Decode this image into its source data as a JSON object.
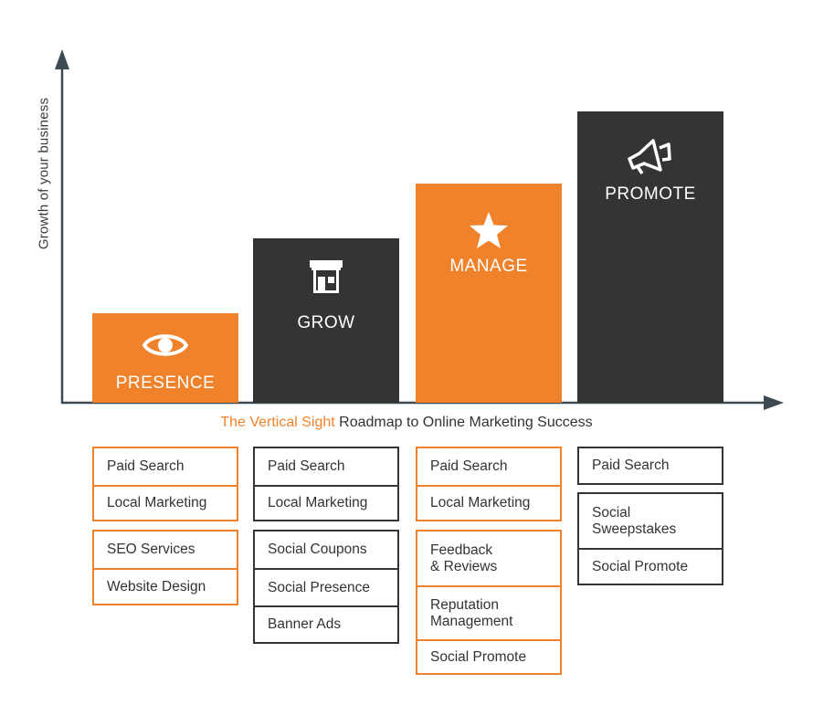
{
  "axis": {
    "y_label": "Growth of your business",
    "color": "#3d4a52"
  },
  "caption": {
    "brand": "The Vertical Sight",
    "rest": " Roadmap to Online Marketing Success"
  },
  "colors": {
    "orange": "#f0822b",
    "dark": "#343434"
  },
  "stages": [
    {
      "label": "PRESENCE",
      "icon": "eye-icon",
      "color": "orange"
    },
    {
      "label": "GROW",
      "icon": "storefront-icon",
      "color": "dark"
    },
    {
      "label": "MANAGE",
      "icon": "star-icon",
      "color": "orange"
    },
    {
      "label": "PROMOTE",
      "icon": "megaphone-icon",
      "color": "dark"
    }
  ],
  "services": [
    {
      "groups": [
        [
          "Paid Search",
          "Local Marketing"
        ],
        [
          "SEO Services",
          "Website Design"
        ]
      ]
    },
    {
      "groups": [
        [
          "Paid Search",
          "Local Marketing"
        ],
        [
          "Social Coupons",
          "Social Presence",
          "Banner Ads"
        ]
      ]
    },
    {
      "groups": [
        [
          "Paid Search",
          "Local Marketing"
        ],
        [
          "Feedback\n& Reviews",
          "Reputation\nManagement",
          "Social Promote"
        ]
      ]
    },
    {
      "groups": [
        [
          "Paid Search"
        ],
        [
          "Social\nSweepstakes",
          "Social Promote"
        ]
      ]
    }
  ]
}
